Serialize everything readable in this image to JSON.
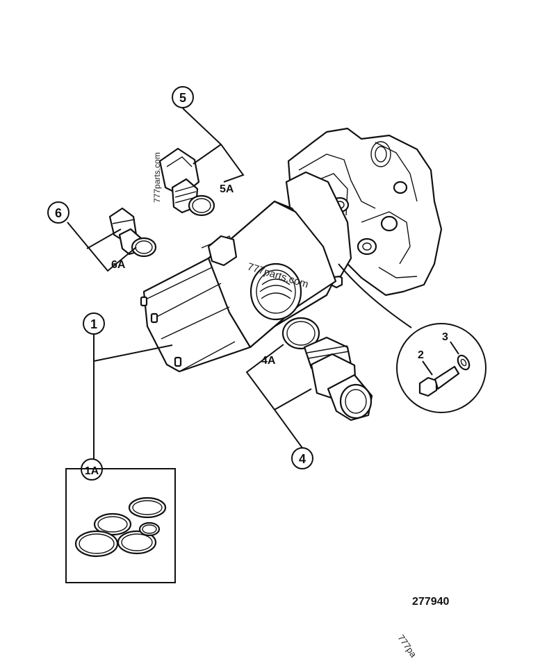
{
  "drawing_number": "277940",
  "watermarks": [
    "777parts.com",
    "777parts.com",
    "777pa"
  ],
  "callouts": {
    "c1": "1",
    "c1a": "1A",
    "c2": "2",
    "c3": "3",
    "c4": "4",
    "c4a": "4A",
    "c5": "5",
    "c5a": "5A",
    "c6": "6",
    "c6a": "6A"
  }
}
